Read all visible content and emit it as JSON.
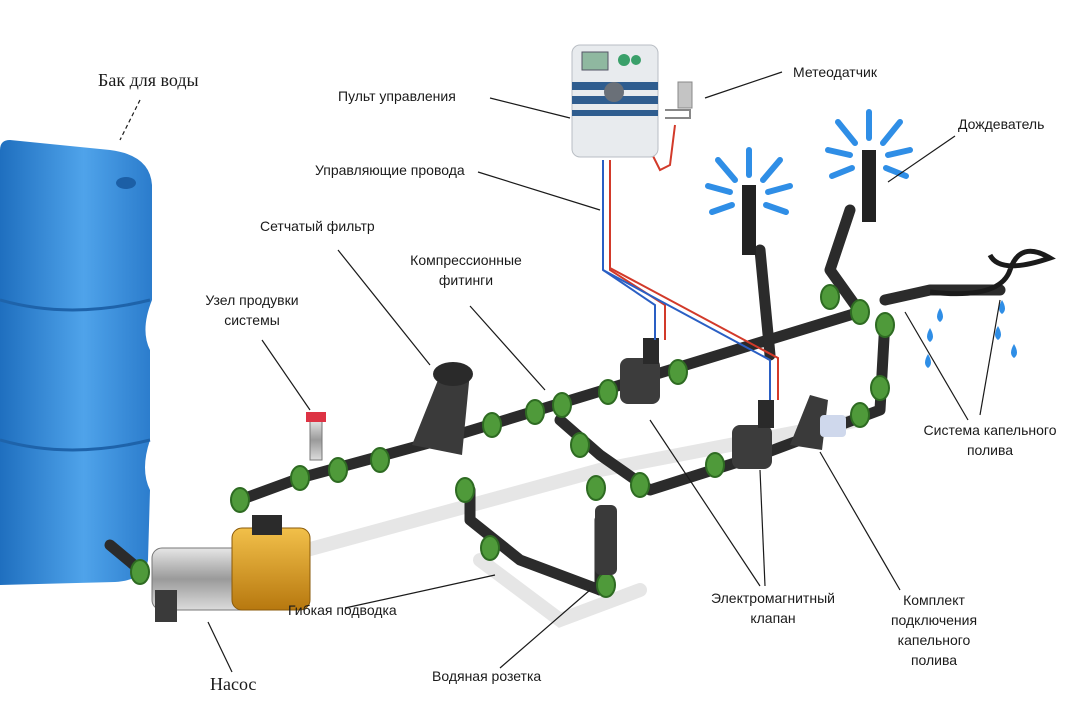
{
  "labels": {
    "tank": "Бак для воды",
    "controller": "Пульт управления",
    "weather_sensor": "Метеодатчик",
    "sprinkler": "Дождеватель",
    "control_wires": "Управляющие провода",
    "mesh_filter": "Сетчатый фильтр",
    "compression_fittings_1": "Компрессионные",
    "compression_fittings_2": "фитинги",
    "purge_unit_1": "Узел продувки",
    "purge_unit_2": "системы",
    "drip_system_1": "Система капельного",
    "drip_system_2": "полива",
    "flexible_hose": "Гибкая подводка",
    "solenoid_valve_1": "Электромагнитный",
    "solenoid_valve_2": "клапан",
    "drip_kit_1": "Комплект",
    "drip_kit_2": "подключения",
    "drip_kit_3": "капельного",
    "drip_kit_4": "полива",
    "water_outlet": "Водяная розетка",
    "pump": "Насос"
  },
  "colors": {
    "tank": "#3f8fd6",
    "pipe": "#2b2b2b",
    "fitting": "#4f9a3a",
    "water": "#2f8ee6",
    "pump_body": "#d89a1e",
    "wire_red": "#d23a2a",
    "wire_blue": "#2a5fc4"
  }
}
